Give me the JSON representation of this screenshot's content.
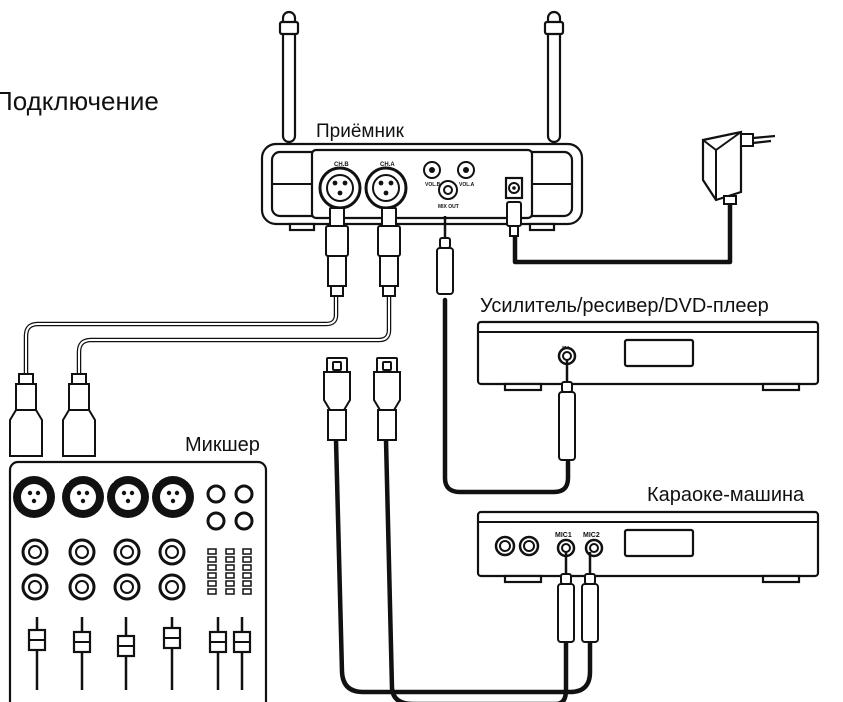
{
  "title": "Подключение",
  "labels": {
    "receiver": "Приёмник",
    "amplifier": "Усилитель/ресивер/DVD-плеер",
    "karaoke": "Караоке-машина",
    "mixer": "Микшер"
  },
  "receiver_panel": {
    "ch_b": "CH.B",
    "ch_a": "CH.A",
    "vol_b": "VOL.B",
    "vol_a": "VOL.A",
    "mix_out": "MIX OUT"
  },
  "amplifier_panel": {
    "in": "IN"
  },
  "karaoke_panel": {
    "mic1": "MIC1",
    "mic2": "MIC2"
  }
}
